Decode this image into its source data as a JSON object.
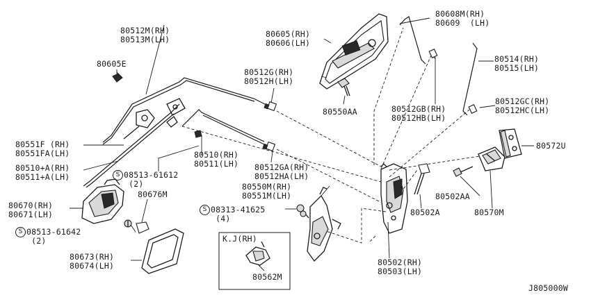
{
  "parts": {
    "p80608": {
      "rh": "80608M(RH)",
      "lh": "80609  (LH)"
    },
    "p80605": {
      "rh": "80605(RH)",
      "lh": "80606(LH)"
    },
    "p80512": {
      "rh": "80512M(RH)",
      "lh": "80513M(LH)"
    },
    "p80605e": {
      "code": "80605E"
    },
    "p80512g": {
      "rh": "80512G(RH)",
      "lh": "80512H(LH)"
    },
    "p80514": {
      "rh": "80514(RH)",
      "lh": "80515(LH)"
    },
    "p80550aa": {
      "code": "80550AA"
    },
    "p80512gb": {
      "rh": "80512GB(RH)",
      "lh": "80512HB(LH)"
    },
    "p80512gc": {
      "rh": "80512GC(RH)",
      "lh": "80512HC(LH)"
    },
    "p80551f": {
      "rh": "80551F (RH)",
      "lh": "80551FA(LH)"
    },
    "p80572u": {
      "code": "80572U"
    },
    "p80510": {
      "rh": "80510(RH)",
      "lh": "80511(LH)"
    },
    "p80510a": {
      "rh": "80510+A(RH)",
      "lh": "80511+A(LH)"
    },
    "s08513a": {
      "code": "08513-61612",
      "qty": "(2)"
    },
    "p80512ga": {
      "rh": "80512GA(RH)",
      "lh": "80512HA(LH)"
    },
    "p80502aa": {
      "code": "80502AA"
    },
    "p80676m": {
      "code": "80676M"
    },
    "p80550m": {
      "rh": "80550M(RH)",
      "lh": "80551M(LH)"
    },
    "p80670": {
      "rh": "80670(RH)",
      "lh": "80671(LH)"
    },
    "s08313": {
      "code": "08313-41625",
      "qty": "(4)"
    },
    "p80502a": {
      "code": "80502A"
    },
    "p80570m": {
      "code": "80570M"
    },
    "s08513b": {
      "code": "08513-61642",
      "qty": "(2)"
    },
    "kj": {
      "title": "K.J(RH)",
      "code": "80562M"
    },
    "p80673": {
      "rh": "80673(RH)",
      "lh": "80674(LH)"
    },
    "p80502": {
      "rh": "80502(RH)",
      "lh": "80503(LH)"
    }
  },
  "screw_symbol": "S",
  "diagram_ref": "J805000W"
}
